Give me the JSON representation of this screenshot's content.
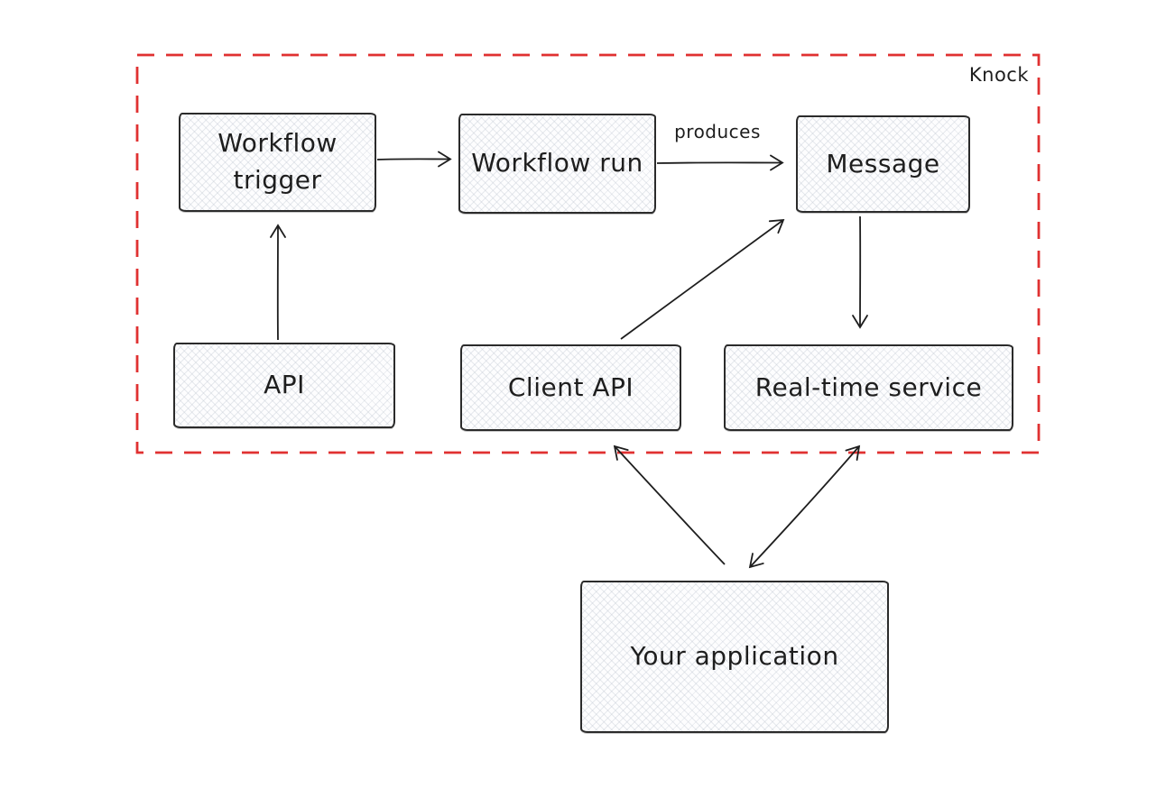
{
  "diagram": {
    "boundary_label": "Knock",
    "nodes": [
      {
        "id": "workflow-trigger",
        "label": "Workflow trigger"
      },
      {
        "id": "workflow-run",
        "label": "Workflow run"
      },
      {
        "id": "message",
        "label": "Message"
      },
      {
        "id": "api",
        "label": "API"
      },
      {
        "id": "client-api",
        "label": "Client API"
      },
      {
        "id": "realtime-service",
        "label": "Real-time service"
      },
      {
        "id": "your-application",
        "label": "Your application"
      }
    ],
    "edges": [
      {
        "from": "Workflow trigger",
        "to": "Workflow run",
        "label": "",
        "bidirectional": false
      },
      {
        "from": "Workflow run",
        "to": "Message",
        "label": "produces",
        "bidirectional": false
      },
      {
        "from": "API",
        "to": "Workflow trigger",
        "label": "",
        "bidirectional": false
      },
      {
        "from": "Message",
        "to": "Real-time service",
        "label": "",
        "bidirectional": false
      },
      {
        "from": "Client API",
        "to": "Message",
        "label": "",
        "bidirectional": false
      },
      {
        "from": "Your application",
        "to": "Client API",
        "label": "",
        "bidirectional": false
      },
      {
        "from": "Your application",
        "to": "Real-time service",
        "label": "",
        "bidirectional": true
      }
    ],
    "colors": {
      "boundary": "#e03131",
      "stroke": "#1e1e1e",
      "node_fill": "#fdfdfe",
      "background": "#ffffff"
    }
  }
}
